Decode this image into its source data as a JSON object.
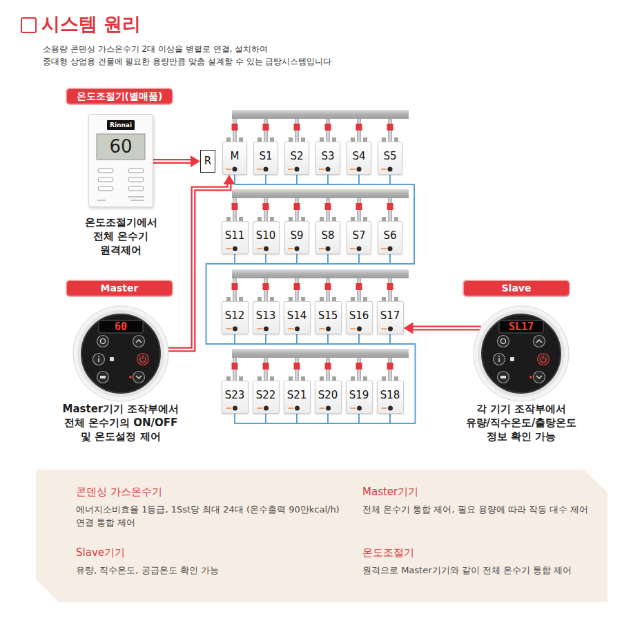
{
  "diagram": {
    "title": "시스템 원리",
    "nodes": [
      {
        "text": [
          "온도조절기(별매품)"
        ]
      },
      {
        "text": [
          "Rinnai",
          "60"
        ]
      },
      {
        "text": [
          "R"
        ]
      },
      {
        "text": [
          "M"
        ]
      },
      {
        "text": [
          "S1"
        ]
      },
      {
        "text": [
          "S2"
        ]
      },
      {
        "text": [
          "S3"
        ]
      },
      {
        "text": [
          "S4"
        ]
      },
      {
        "text": [
          "S5"
        ]
      },
      {
        "text": [
          "S11"
        ]
      },
      {
        "text": [
          "S10"
        ]
      },
      {
        "text": [
          "S9"
        ]
      },
      {
        "text": [
          "S8"
        ]
      },
      {
        "text": [
          "S7"
        ]
      },
      {
        "text": [
          "S6"
        ]
      },
      {
        "text": [
          "Master"
        ]
      },
      {
        "text": [
          "Slave"
        ]
      },
      {
        "text": [
          "60"
        ]
      },
      {
        "text": [
          "S12"
        ]
      },
      {
        "text": [
          "S13"
        ]
      },
      {
        "text": [
          "S14"
        ]
      },
      {
        "text": [
          "S15"
        ]
      },
      {
        "text": [
          "S16"
        ]
      },
      {
        "text": [
          "S17"
        ]
      },
      {
        "text": [
          "SL17"
        ]
      },
      {
        "text": [
          "S23"
        ]
      },
      {
        "text": [
          "S22"
        ]
      },
      {
        "text": [
          "S21"
        ]
      },
      {
        "text": [
          "S20"
        ]
      },
      {
        "text": [
          "S19"
        ]
      },
      {
        "text": [
          "S18"
        ]
      },
      {
        "text": [
          "콘덴싱 가스온수기",
          "에너지소비효율 1등급, 1Sst당 최대 24대 (온수출력 90만kcal/h) 연결 통합 제어",
          "Master기기",
          "전체 온수기 통합 제어, 필요 용량에 따라 작동 대수 제어",
          "Slave기기",
          "유량, 직수온도, 공급온도 확인 가능",
          "온도조절기",
          "원격으로 Master기기와 같이 전체 온수기 통합 제어"
        ]
      }
    ],
    "edges": [
      {
        "from": 1,
        "to": 2,
        "arrow": "to"
      },
      {
        "from": 17,
        "to": 3,
        "arrow": "to"
      },
      {
        "from": 24,
        "to": 23,
        "arrow": "to"
      },
      {
        "from": 3,
        "to": 4,
        "arrow": "none"
      },
      {
        "from": 4,
        "to": 5,
        "arrow": "none"
      },
      {
        "from": 5,
        "to": 6,
        "arrow": "none"
      },
      {
        "from": 6,
        "to": 7,
        "arrow": "none"
      },
      {
        "from": 7,
        "to": 8,
        "arrow": "none"
      },
      {
        "from": 8,
        "to": 14,
        "arrow": "none"
      },
      {
        "from": 14,
        "to": 13,
        "arrow": "none"
      },
      {
        "from": 13,
        "to": 12,
        "arrow": "none"
      },
      {
        "from": 12,
        "to": 11,
        "arrow": "none"
      },
      {
        "from": 11,
        "to": 10,
        "arrow": "none"
      },
      {
        "from": 10,
        "to": 9,
        "arrow": "none"
      },
      {
        "from": 9,
        "to": 18,
        "arrow": "none"
      },
      {
        "from": 18,
        "to": 19,
        "arrow": "none"
      },
      {
        "from": 19,
        "to": 20,
        "arrow": "none"
      },
      {
        "from": 20,
        "to": 21,
        "arrow": "none"
      },
      {
        "from": 21,
        "to": 22,
        "arrow": "none"
      },
      {
        "from": 22,
        "to": 23,
        "arrow": "none"
      },
      {
        "from": 23,
        "to": 30,
        "arrow": "none"
      },
      {
        "from": 30,
        "to": 29,
        "arrow": "none"
      },
      {
        "from": 29,
        "to": 28,
        "arrow": "none"
      },
      {
        "from": 28,
        "to": 27,
        "arrow": "none"
      },
      {
        "from": 27,
        "to": 26,
        "arrow": "none"
      },
      {
        "from": 26,
        "to": 25,
        "arrow": "none"
      }
    ],
    "labels": [
      "소용량 콘덴싱 가스온수기 2대 이상을 병렬로 연결, 설치하여",
      "중대형 상업용 건물에 필요한 용량만큼 맞춤 설계할 수 있는 급탕시스템입니다",
      "온도조절기에서 전체 온수기 원격제어",
      "Master기기 조작부에서 전체 온수기의 ON/OFF 및 온도설정 제어",
      "각 기기 조작부에서 유량/직수온도/출탕온도 정보 확인 가능"
    ]
  }
}
